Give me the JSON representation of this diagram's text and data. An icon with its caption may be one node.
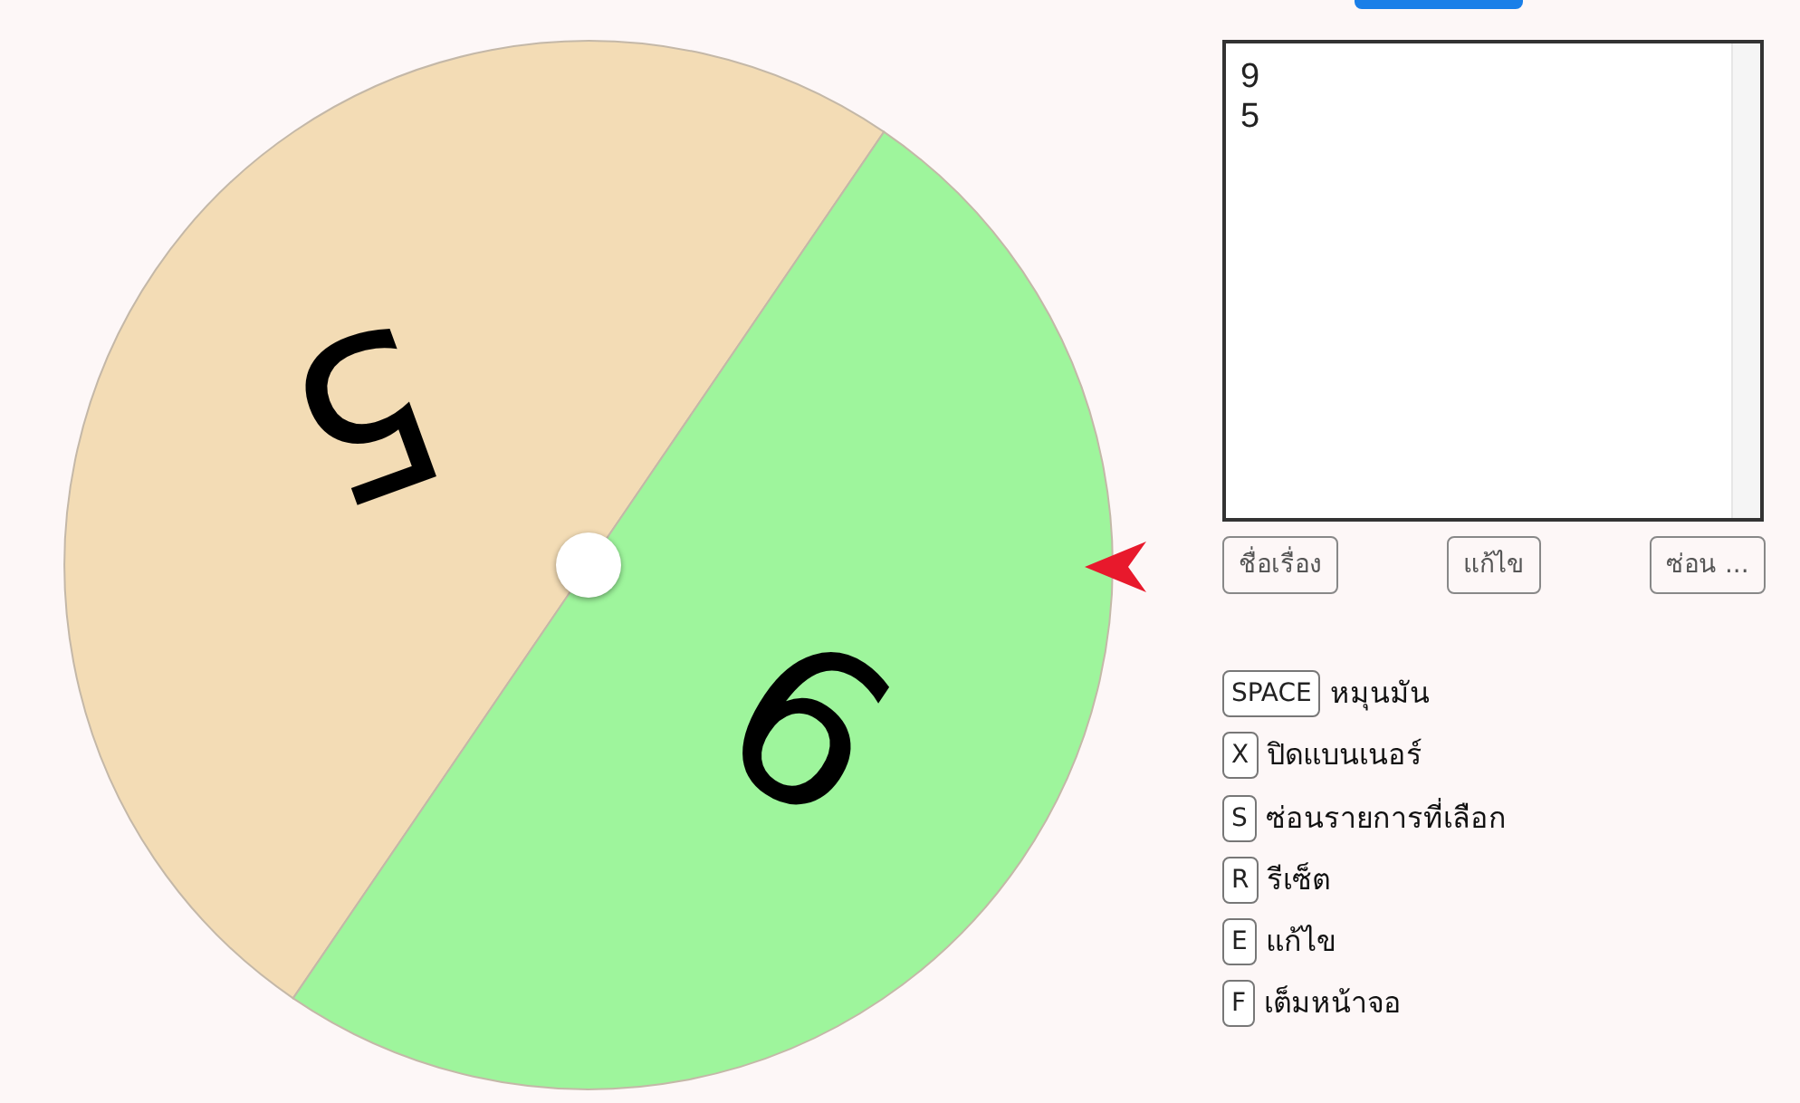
{
  "diagram": {
    "nodes": [
      {
        "text": [
          "5"
        ]
      },
      {
        "text": [
          "9"
        ]
      }
    ],
    "labels": [
      "9",
      "5",
      "ชื่อเรื่อง",
      "แก้ไข",
      "ซ่อน ...",
      "SPACE",
      "หมุนมัน",
      "X",
      "ปิดแบนเนอร์",
      "S",
      "ซ่อนรายการที่เลือก",
      "R",
      "รีเซ็ต",
      "E",
      "แก้ไข",
      "F",
      "เต็มหน้าจอ"
    ]
  }
}
